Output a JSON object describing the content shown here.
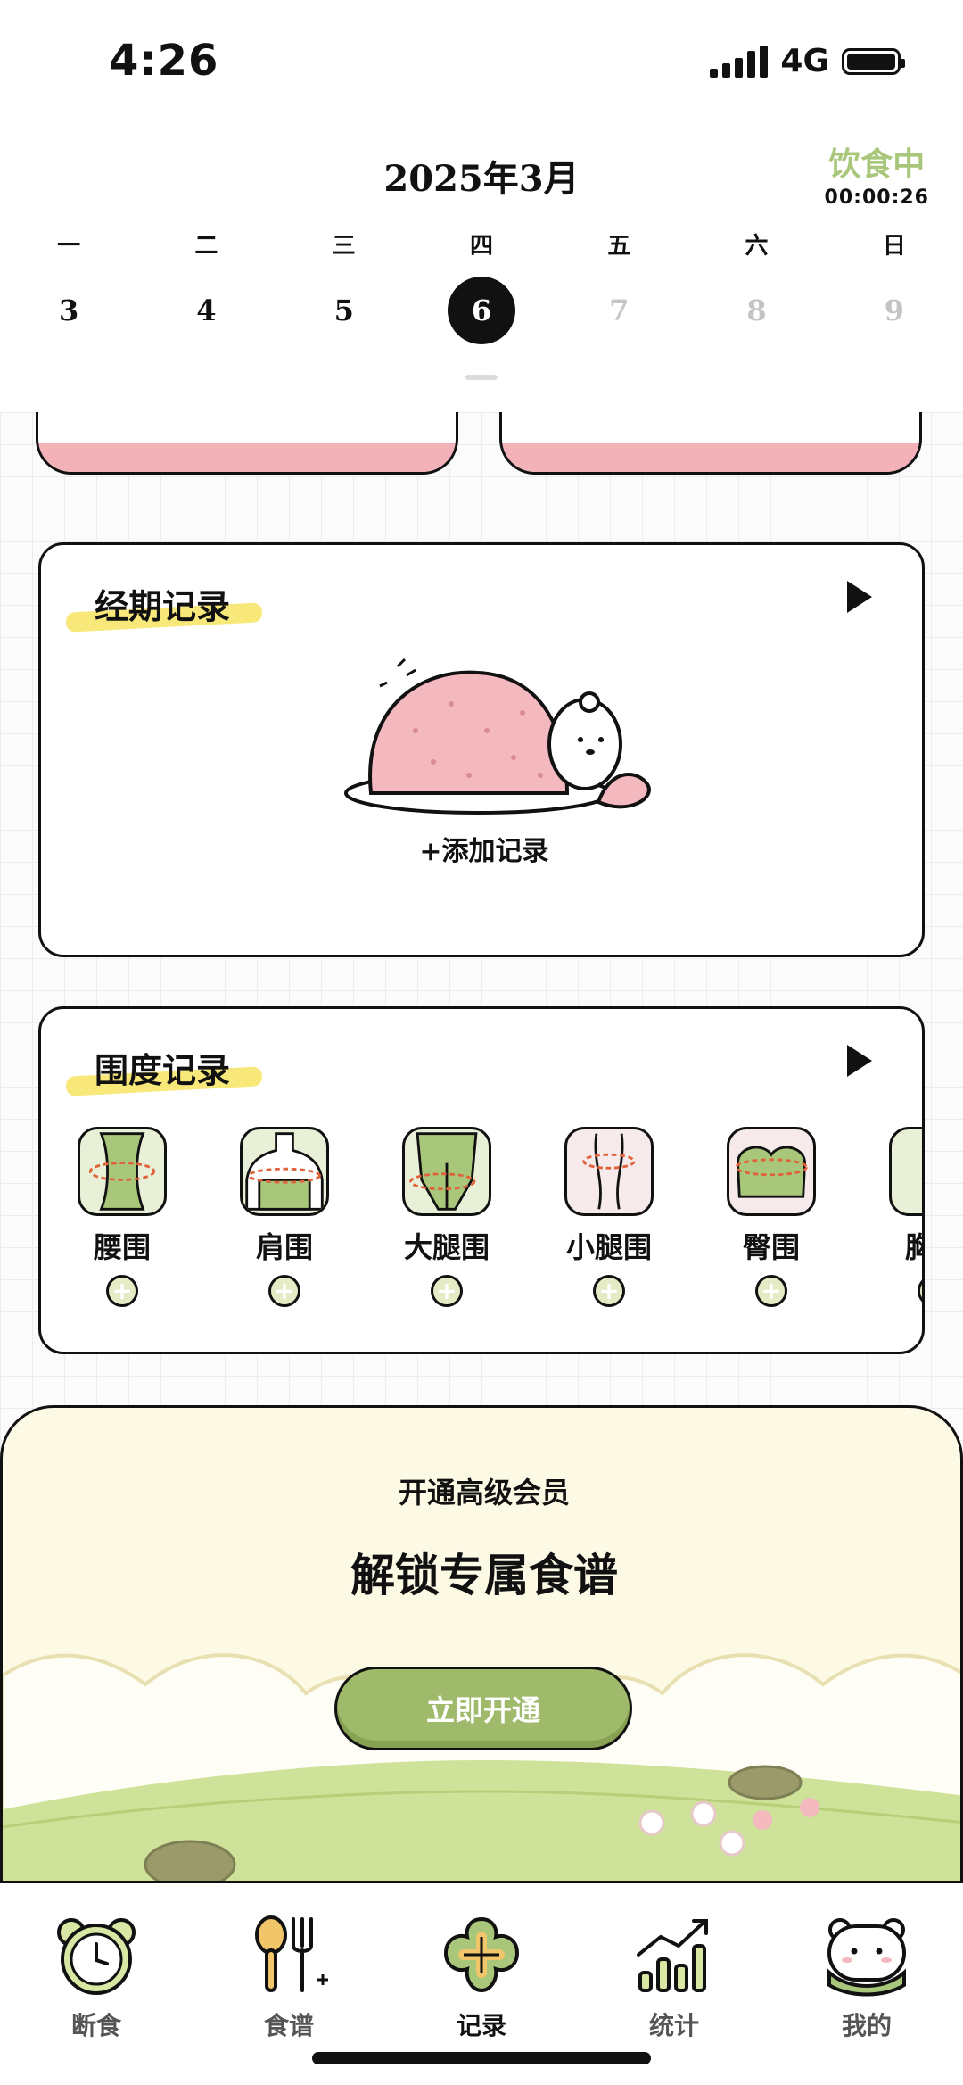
{
  "status_bar": {
    "time": "4:26",
    "network": "4G"
  },
  "calendar": {
    "month_title": "2025年3月",
    "fasting_status": "饮食中",
    "fasting_timer": "00:00:26",
    "weekdays": [
      "一",
      "二",
      "三",
      "四",
      "五",
      "六",
      "日"
    ],
    "dates": [
      "3",
      "4",
      "5",
      "6",
      "7",
      "8",
      "9"
    ],
    "selected_date": "6"
  },
  "period_card": {
    "title": "经期记录",
    "add_label": "+添加记录"
  },
  "measure_card": {
    "title": "围度记录",
    "items": [
      {
        "label": "腰围"
      },
      {
        "label": "肩围"
      },
      {
        "label": "大腿围"
      },
      {
        "label": "小腿围"
      },
      {
        "label": "臀围"
      },
      {
        "label": "胸围"
      }
    ]
  },
  "vip": {
    "subtitle": "开通高级会员",
    "title": "解锁专属食谱",
    "button": "立即开通"
  },
  "tabs": [
    {
      "label": "断食",
      "icon": "alarm-clock-icon"
    },
    {
      "label": "食谱",
      "icon": "spoon-fork-icon"
    },
    {
      "label": "记录",
      "icon": "plus-clover-icon"
    },
    {
      "label": "统计",
      "icon": "bar-chart-icon"
    },
    {
      "label": "我的",
      "icon": "bear-face-icon"
    }
  ],
  "colors": {
    "accent_green": "#9fba6a",
    "fasting_green": "#a9c77a",
    "pink": "#f2b2b8",
    "cream": "#fcf9e5"
  }
}
